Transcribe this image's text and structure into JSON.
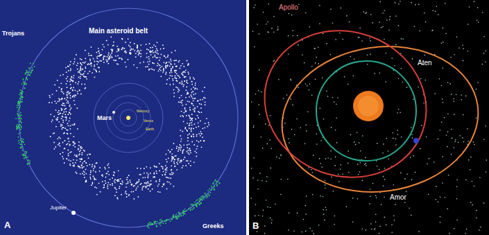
{
  "diagram": {
    "labels": [
      "Trojans",
      "Main asteroid belt",
      "Mercury",
      "Venus",
      "Earth",
      "Mars",
      "Jupiter",
      "Greeks",
      "A",
      "Apollo",
      "Aten",
      "Amor",
      "B"
    ]
  }
}
